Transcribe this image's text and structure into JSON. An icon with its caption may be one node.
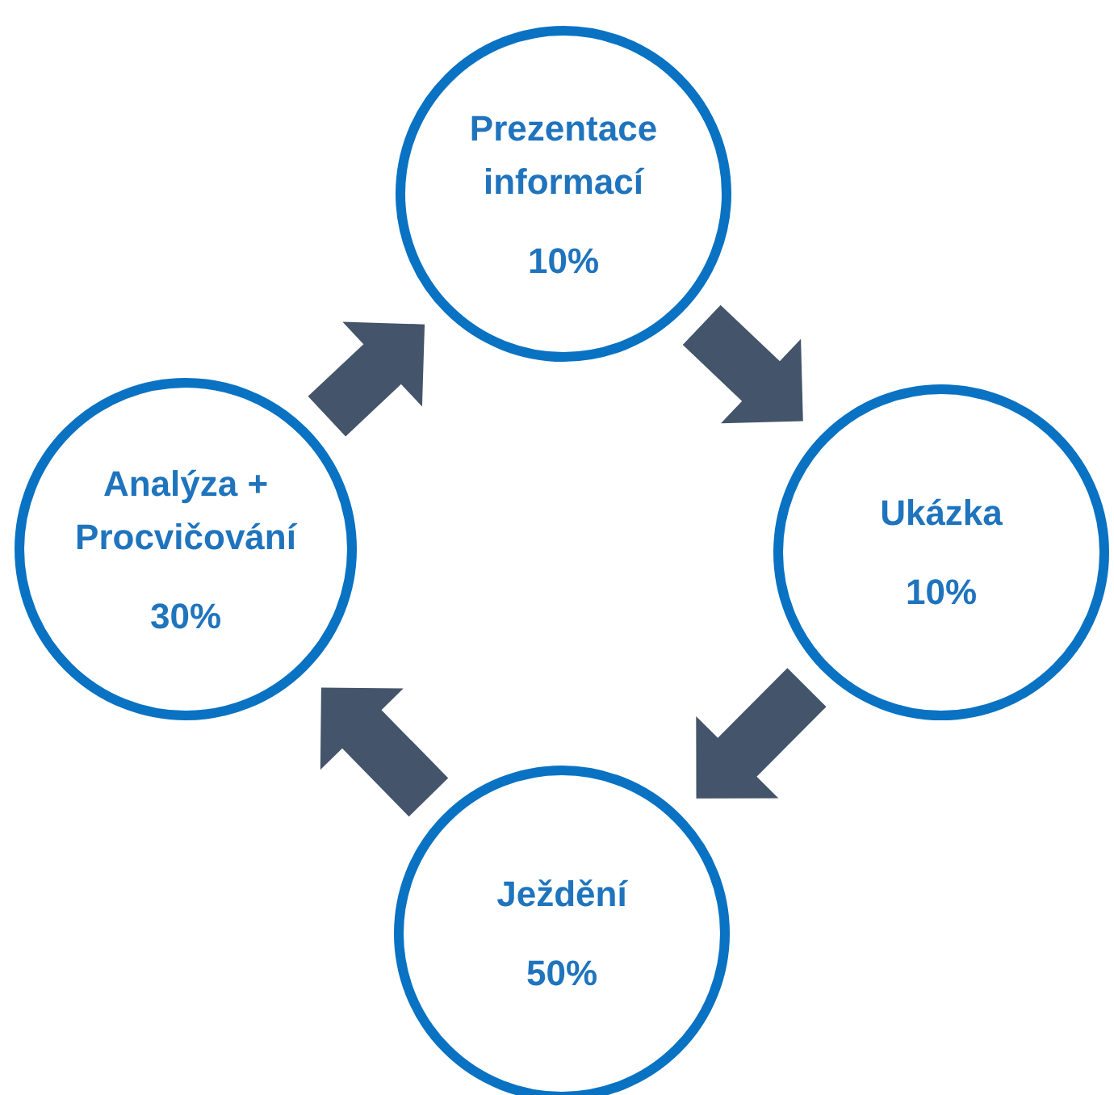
{
  "diagram": {
    "nodes": [
      {
        "text": [
          "Prezentace informací",
          "10%"
        ]
      },
      {
        "text": [
          "Ukázka",
          "10%"
        ]
      },
      {
        "text": [
          "Ježdění",
          "50%"
        ]
      },
      {
        "text": [
          "Analýza + Procvičování",
          "30%"
        ]
      }
    ],
    "edges": [
      {
        "from": 0,
        "to": 1,
        "arrow": "to"
      },
      {
        "from": 1,
        "to": 2,
        "arrow": "to"
      },
      {
        "from": 2,
        "to": 3,
        "arrow": "to"
      },
      {
        "from": 3,
        "to": 0,
        "arrow": "to"
      }
    ]
  }
}
